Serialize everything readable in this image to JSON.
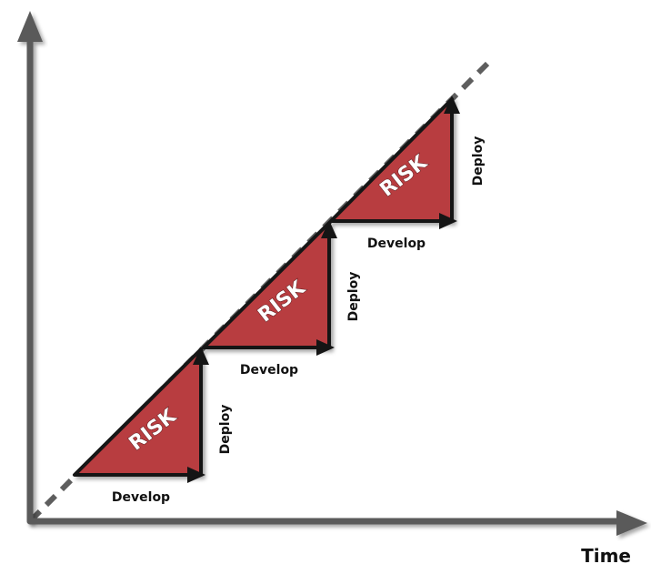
{
  "labels": {
    "time": "Time"
  },
  "steps": [
    {
      "risk": "RISK",
      "develop": "Develop",
      "deploy": "Deploy"
    },
    {
      "risk": "RISK",
      "develop": "Develop",
      "deploy": "Deploy"
    },
    {
      "risk": "RISK",
      "develop": "Develop",
      "deploy": "Deploy"
    }
  ],
  "colors": {
    "risk_fill": "#b83c3f",
    "axis": "#5a5a5a",
    "outline": "#151515"
  }
}
